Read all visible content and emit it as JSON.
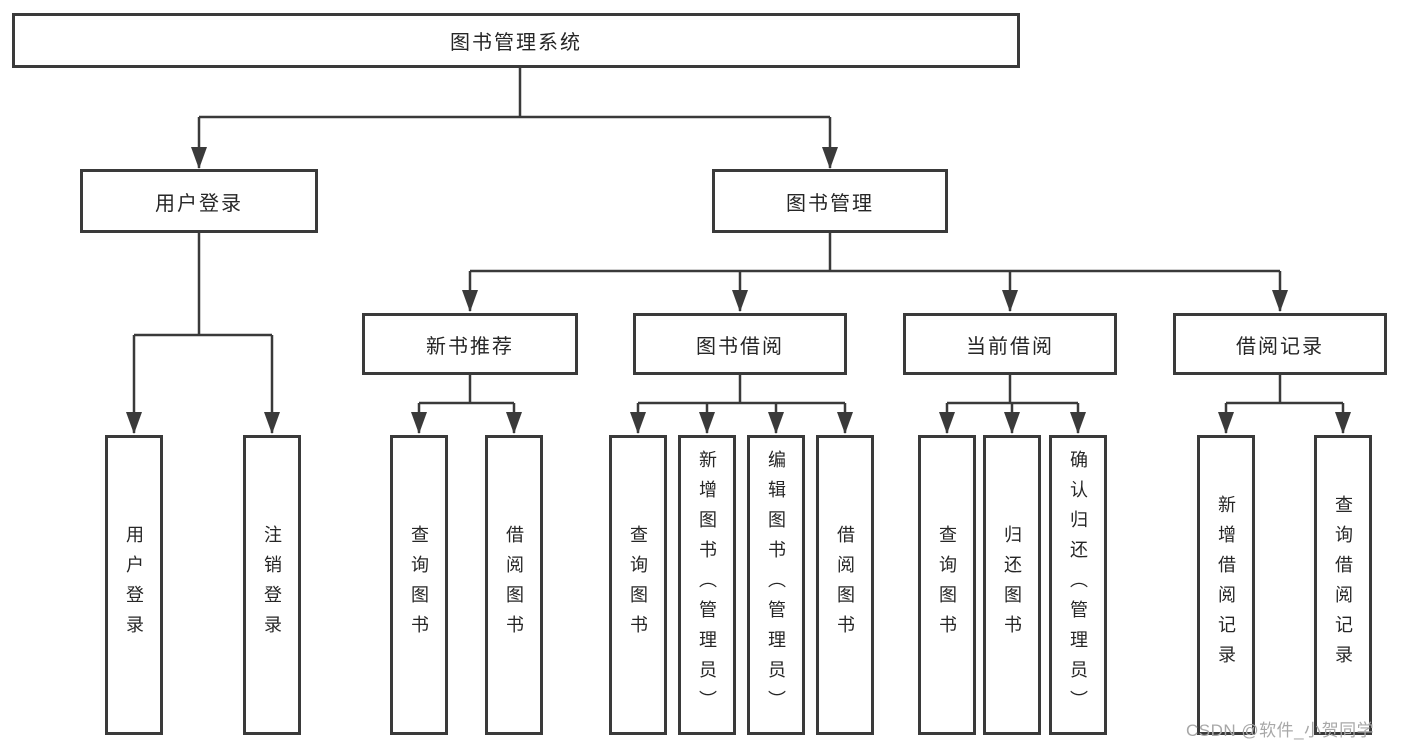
{
  "nodes": {
    "root": {
      "label": "图书管理系统"
    },
    "user_login": {
      "label": "用户登录"
    },
    "book_mgmt": {
      "label": "图书管理"
    },
    "new_book_rec": {
      "label": "新书推荐"
    },
    "book_borrow": {
      "label": "图书借阅"
    },
    "current_borrow": {
      "label": "当前借阅"
    },
    "borrow_record": {
      "label": "借阅记录"
    },
    "login": {
      "label": "用户登录"
    },
    "logout": {
      "label": "注销登录"
    },
    "nb_query": {
      "label": "查询图书"
    },
    "nb_borrow": {
      "label": "借阅图书"
    },
    "bb_query": {
      "label": "查询图书"
    },
    "bb_add": {
      "label": "新增图书（管理员）"
    },
    "bb_edit": {
      "label": "编辑图书（管理员）"
    },
    "bb_borrow": {
      "label": "借阅图书"
    },
    "cb_query": {
      "label": "查询图书"
    },
    "cb_return": {
      "label": "归还图书"
    },
    "cb_confirm": {
      "label": "确认归还（管理员）"
    },
    "br_add": {
      "label": "新增借阅记录"
    },
    "br_query": {
      "label": "查询借阅记录"
    }
  },
  "hierarchy": {
    "图书管理系统": {
      "用户登录": [
        "用户登录",
        "注销登录"
      ],
      "图书管理": {
        "新书推荐": [
          "查询图书",
          "借阅图书"
        ],
        "图书借阅": [
          "查询图书",
          "新增图书（管理员）",
          "编辑图书（管理员）",
          "借阅图书"
        ],
        "当前借阅": [
          "查询图书",
          "归还图书",
          "确认归还（管理员）"
        ],
        "借阅记录": [
          "新增借阅记录",
          "查询借阅记录"
        ]
      }
    }
  },
  "watermark": {
    "text": "CSDN @软件_小贺同学"
  },
  "colors": {
    "line": "#3a3a3a",
    "text": "#262626",
    "background": "#ffffff",
    "watermark": "#a8a8a8"
  }
}
